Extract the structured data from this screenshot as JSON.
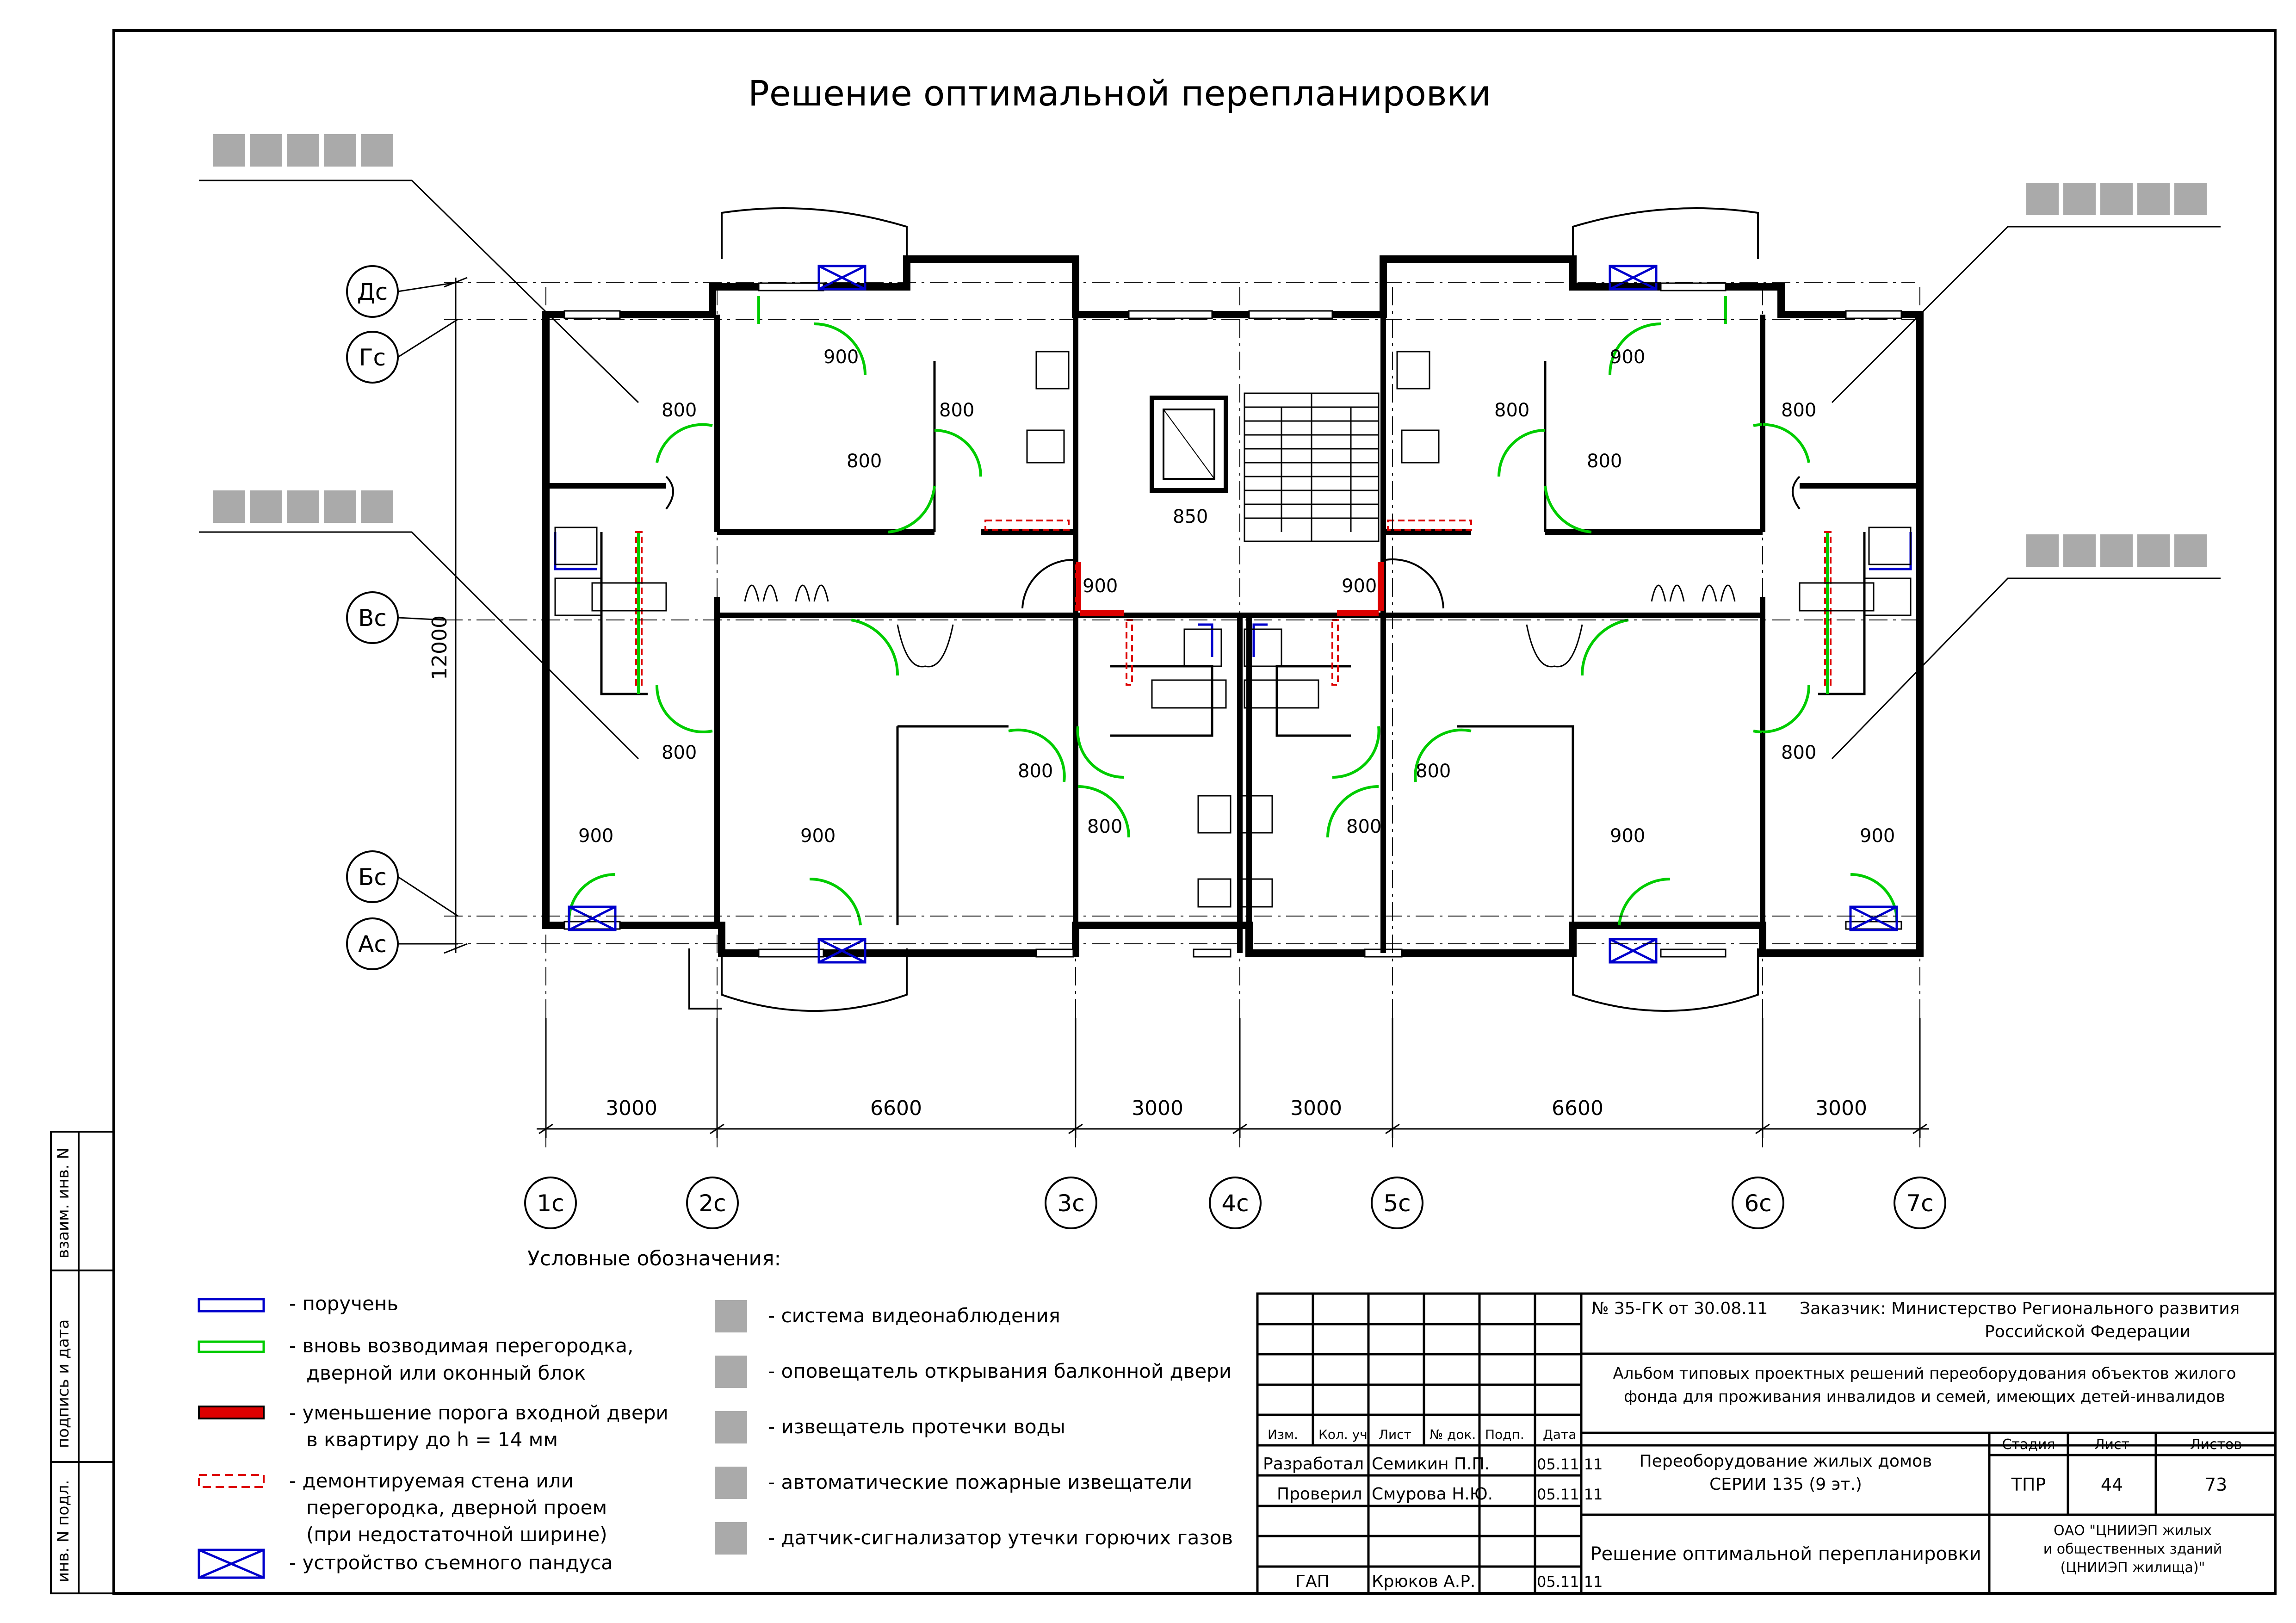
{
  "title": "Решение оптимальной перепланировки",
  "dimensions": {
    "bays": [
      "3000",
      "6600",
      "3000",
      "3000",
      "6600",
      "3000"
    ],
    "height": "12000",
    "door_widths": [
      "900",
      "800",
      "850"
    ]
  },
  "axes": {
    "columns": [
      "1с",
      "2с",
      "3с",
      "4с",
      "5с",
      "6с",
      "7с"
    ],
    "rows": [
      "Дс",
      "Гс",
      "Вс",
      "Бс",
      "Ас"
    ]
  },
  "side_stamp": {
    "field1": "взаим. инв. N",
    "field2": "подпись и дата",
    "field3": "инв. N подл."
  },
  "legend": {
    "heading": "Условные обозначения:",
    "items": [
      {
        "symbol": "handrail",
        "color": "#0000cc",
        "lines": [
          "- поручень"
        ]
      },
      {
        "symbol": "new-partition",
        "color": "#00cc00",
        "lines": [
          "- вновь возводимая перегородка,",
          "дверной или оконный блок"
        ]
      },
      {
        "symbol": "threshold",
        "color": "#dd0000",
        "lines": [
          "- уменьшение порога входной двери",
          "в квартиру до h = 14 мм"
        ]
      },
      {
        "symbol": "demolished",
        "color": "#dd0000",
        "lines": [
          "- демонтируемая стена или",
          "перегородка, дверной проем",
          "(при недостаточной ширине)"
        ]
      },
      {
        "symbol": "ramp",
        "color": "#0000cc",
        "lines": [
          "- устройство съемного пандуса"
        ]
      }
    ],
    "devices": [
      {
        "icon": "camera-icon",
        "label": "- система видеонаблюдения"
      },
      {
        "icon": "alarm-icon",
        "label": "- оповещатель открывания балконной двери"
      },
      {
        "icon": "water-leak-icon",
        "label": "- извещатель протечки воды"
      },
      {
        "icon": "fire-detector-icon",
        "label": "- автоматические пожарные извещатели"
      },
      {
        "icon": "gas-detector-icon",
        "label": "- датчик-сигнализатор утечки горючих газов"
      }
    ]
  },
  "title_block": {
    "order": "№ 35-ГК от 30.08.11",
    "customer": [
      "Заказчик: Министерство Регионального развития",
      "Российской Федерации"
    ],
    "album": [
      "Альбом типовых проектных решений переоборудования объектов жилого",
      "фонда для проживания инвалидов и семей, имеющих детей-инвалидов"
    ],
    "columns": [
      "Изм.",
      "Кол. уч",
      "Лист",
      "№ док.",
      "Подп.",
      "Дата"
    ],
    "people": [
      {
        "role": "Разработал",
        "name": "Семикин П.П.",
        "date": "05.11.11"
      },
      {
        "role": "Проверил",
        "name": "Смурова Н.Ю.",
        "date": "05.11.11"
      },
      {
        "role": "ГАП",
        "name": "Крюков А.Р.",
        "date": "05.11.11"
      }
    ],
    "object": [
      "Переоборудование жилых домов",
      "СЕРИИ 135 (9 эт.)"
    ],
    "stage_label": "Стадия",
    "sheet_label": "Лист",
    "sheets_label": "Листов",
    "stage": "ТПР",
    "sheet": "44",
    "sheets": "73",
    "drawing_title": "Решение оптимальной перепланировки",
    "org": [
      "ОАО \"ЦНИИЭП жилых",
      "и общественных зданий",
      "(ЦНИИЭП жилища)\""
    ]
  },
  "colors": {
    "line": "#000000",
    "green": "#00cc00",
    "blue": "#0000cc",
    "red": "#dd0000",
    "icon": "#aaaaaa"
  }
}
